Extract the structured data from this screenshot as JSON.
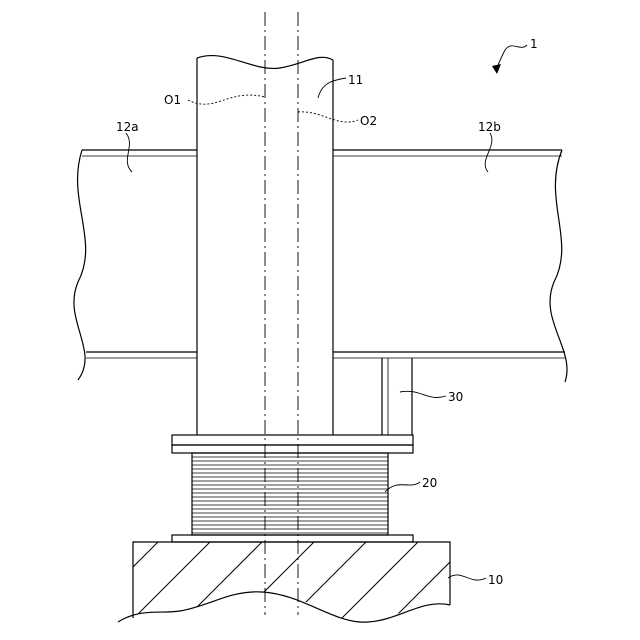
{
  "labels": {
    "assembly": "1",
    "column": "11",
    "beam_left": "12a",
    "beam_right": "12b",
    "axis_first": "O1",
    "axis_second": "O2",
    "bracket": "30",
    "isolator": "20",
    "foundation": "10"
  }
}
